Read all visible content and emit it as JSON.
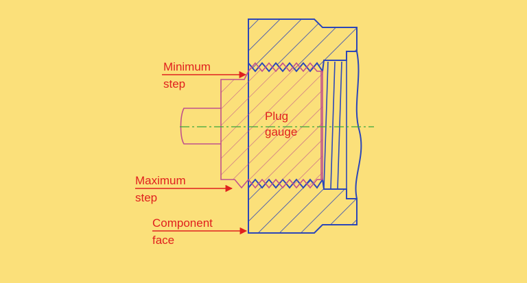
{
  "diagram": {
    "labels": {
      "minimum_step_line1": "Minimum",
      "minimum_step_line2": "step",
      "maximum_step_line1": "Maximum",
      "maximum_step_line2": "step",
      "component_face_line1": "Component",
      "component_face_line2": "face",
      "plug_gauge_line1": "Plug",
      "plug_gauge_line2": "gauge"
    },
    "colors": {
      "background": "#fbe07a",
      "component_outline": "#2b46b8",
      "gauge_outline": "#c0508c",
      "label_text": "#e0201e",
      "centre_line": "#3aa63a"
    }
  }
}
